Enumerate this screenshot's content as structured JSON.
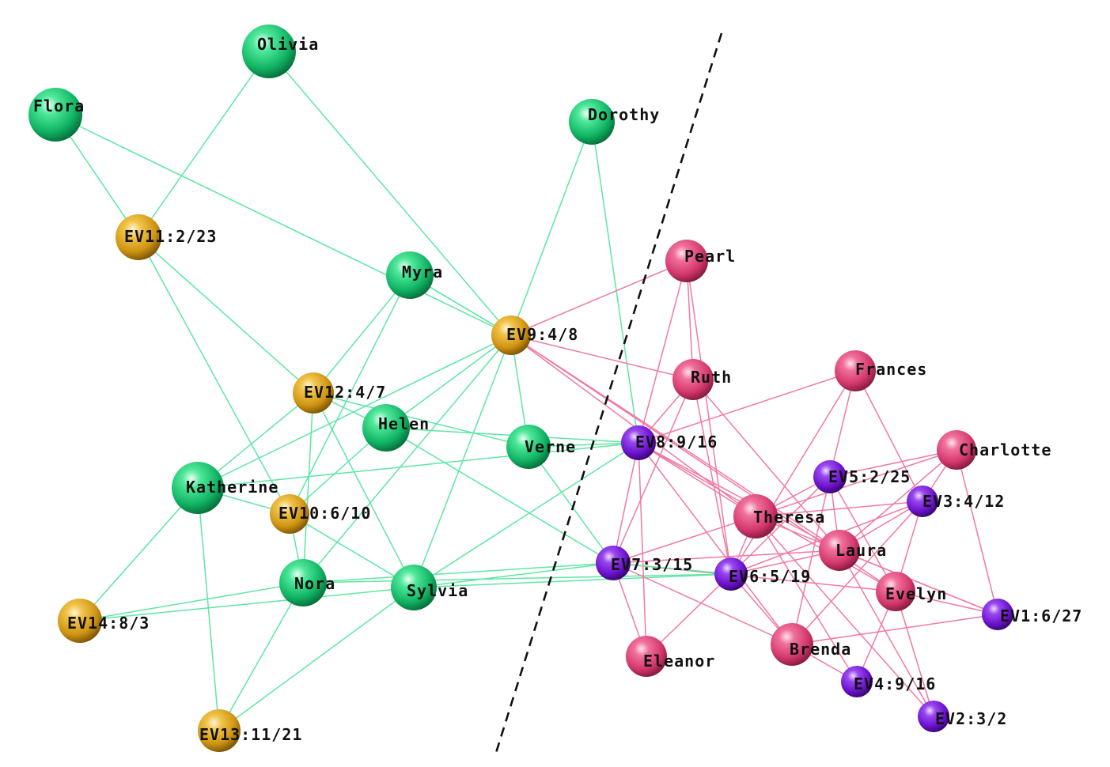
{
  "colors": {
    "green_group": "#1fd27a",
    "pink_group": "#e8467d",
    "gold_event": "#e0a81c",
    "purple_event": "#7a1fe0",
    "green_edge": "#5ee6a4",
    "pink_edge": "#f07aa2",
    "divider": "#111111",
    "label": "#111111"
  },
  "nodes": [
    {
      "id": "olivia",
      "label": "Olivia",
      "kind": "green"
    },
    {
      "id": "flora",
      "label": "Flora",
      "kind": "green"
    },
    {
      "id": "dorothy",
      "label": "Dorothy",
      "kind": "green"
    },
    {
      "id": "myra",
      "label": "Myra",
      "kind": "green"
    },
    {
      "id": "helen",
      "label": "Helen",
      "kind": "green"
    },
    {
      "id": "verne",
      "label": "Verne",
      "kind": "green"
    },
    {
      "id": "katherine",
      "label": "Katherine",
      "kind": "green"
    },
    {
      "id": "nora",
      "label": "Nora",
      "kind": "green"
    },
    {
      "id": "sylvia",
      "label": "Sylvia",
      "kind": "green"
    },
    {
      "id": "ev11",
      "label": "EV11:2/23",
      "kind": "gold"
    },
    {
      "id": "ev9",
      "label": "EV9:4/8",
      "kind": "gold"
    },
    {
      "id": "ev12",
      "label": "EV12:4/7",
      "kind": "gold"
    },
    {
      "id": "ev10",
      "label": "EV10:6/10",
      "kind": "gold"
    },
    {
      "id": "ev14",
      "label": "EV14:8/3",
      "kind": "gold"
    },
    {
      "id": "ev13",
      "label": "EV13:11/21",
      "kind": "gold"
    },
    {
      "id": "pearl",
      "label": "Pearl",
      "kind": "pink"
    },
    {
      "id": "ruth",
      "label": "Ruth",
      "kind": "pink"
    },
    {
      "id": "frances",
      "label": "Frances",
      "kind": "pink"
    },
    {
      "id": "charlotte",
      "label": "Charlotte",
      "kind": "pink"
    },
    {
      "id": "theresa",
      "label": "Theresa",
      "kind": "pink"
    },
    {
      "id": "laura",
      "label": "Laura",
      "kind": "pink"
    },
    {
      "id": "evelyn",
      "label": "Evelyn",
      "kind": "pink"
    },
    {
      "id": "brenda",
      "label": "Brenda",
      "kind": "pink"
    },
    {
      "id": "eleanor",
      "label": "Eleanor",
      "kind": "pink"
    },
    {
      "id": "ev8",
      "label": "EV8:9/16",
      "kind": "purple"
    },
    {
      "id": "ev5",
      "label": "EV5:2/25",
      "kind": "purple"
    },
    {
      "id": "ev3",
      "label": "EV3:4/12",
      "kind": "purple"
    },
    {
      "id": "ev7",
      "label": "EV7:3/15",
      "kind": "purple"
    },
    {
      "id": "ev6",
      "label": "EV6:5/19",
      "kind": "purple"
    },
    {
      "id": "ev1",
      "label": "EV1:6/27",
      "kind": "purple"
    },
    {
      "id": "ev4",
      "label": "EV4:9/16",
      "kind": "purple"
    },
    {
      "id": "ev2",
      "label": "EV2:3/2",
      "kind": "purple"
    }
  ],
  "edges": [
    [
      "flora",
      "ev11"
    ],
    [
      "olivia",
      "ev11"
    ],
    [
      "flora",
      "ev9"
    ],
    [
      "olivia",
      "ev9"
    ],
    [
      "ev11",
      "ev12"
    ],
    [
      "ev11",
      "ev10"
    ],
    [
      "myra",
      "ev9"
    ],
    [
      "myra",
      "ev12"
    ],
    [
      "myra",
      "ev10"
    ],
    [
      "myra",
      "ev9"
    ],
    [
      "dorothy",
      "ev9"
    ],
    [
      "dorothy",
      "ev8"
    ],
    [
      "ev9",
      "helen"
    ],
    [
      "ev9",
      "verne"
    ],
    [
      "ev9",
      "katherine"
    ],
    [
      "ev9",
      "nora"
    ],
    [
      "ev9",
      "sylvia"
    ],
    [
      "ev12",
      "helen"
    ],
    [
      "ev12",
      "verne"
    ],
    [
      "ev12",
      "katherine"
    ],
    [
      "ev12",
      "nora"
    ],
    [
      "ev12",
      "sylvia"
    ],
    [
      "ev10",
      "katherine"
    ],
    [
      "ev10",
      "helen"
    ],
    [
      "ev10",
      "nora"
    ],
    [
      "ev10",
      "sylvia"
    ],
    [
      "helen",
      "ev7"
    ],
    [
      "helen",
      "ev8"
    ],
    [
      "verne",
      "ev7"
    ],
    [
      "verne",
      "ev8"
    ],
    [
      "katherine",
      "ev8"
    ],
    [
      "katherine",
      "ev14"
    ],
    [
      "katherine",
      "ev13"
    ],
    [
      "nora",
      "ev14"
    ],
    [
      "sylvia",
      "ev14"
    ],
    [
      "nora",
      "ev13"
    ],
    [
      "sylvia",
      "ev13"
    ],
    [
      "nora",
      "ev7"
    ],
    [
      "sylvia",
      "ev7"
    ],
    [
      "sylvia",
      "ev8"
    ],
    [
      "sylvia",
      "ev6"
    ],
    [
      "nora",
      "ev6"
    ],
    [
      "ev9",
      "pearl",
      "pink"
    ],
    [
      "ev9",
      "ruth",
      "pink"
    ],
    [
      "ev9",
      "theresa",
      "pink"
    ],
    [
      "ev9",
      "laura",
      "pink"
    ],
    [
      "ev9",
      "evelyn",
      "pink"
    ],
    [
      "pearl",
      "ev8",
      "pink"
    ],
    [
      "pearl",
      "ruth",
      "pink"
    ],
    [
      "pearl",
      "ev6",
      "pink"
    ],
    [
      "ruth",
      "ev8",
      "pink"
    ],
    [
      "ruth",
      "ev7",
      "pink"
    ],
    [
      "ruth",
      "ev6",
      "pink"
    ],
    [
      "ruth",
      "laura",
      "pink"
    ],
    [
      "frances",
      "ev8",
      "pink"
    ],
    [
      "frances",
      "ev5",
      "pink"
    ],
    [
      "frances",
      "ev3",
      "pink"
    ],
    [
      "frances",
      "ev6",
      "pink"
    ],
    [
      "charlotte",
      "ev5",
      "pink"
    ],
    [
      "charlotte",
      "ev3",
      "pink"
    ],
    [
      "charlotte",
      "theresa",
      "pink"
    ],
    [
      "charlotte",
      "laura",
      "pink"
    ],
    [
      "charlotte",
      "ev1",
      "pink"
    ],
    [
      "ev8",
      "theresa",
      "pink"
    ],
    [
      "ev8",
      "laura",
      "pink"
    ],
    [
      "ev8",
      "evelyn",
      "pink"
    ],
    [
      "ev8",
      "eleanor",
      "pink"
    ],
    [
      "ev8",
      "brenda",
      "pink"
    ],
    [
      "ev8",
      "ev7",
      "pink"
    ],
    [
      "ev5",
      "theresa",
      "pink"
    ],
    [
      "ev5",
      "laura",
      "pink"
    ],
    [
      "ev5",
      "evelyn",
      "pink"
    ],
    [
      "ev5",
      "brenda",
      "pink"
    ],
    [
      "ev5",
      "ev6",
      "pink"
    ],
    [
      "ev3",
      "theresa",
      "pink"
    ],
    [
      "ev3",
      "laura",
      "pink"
    ],
    [
      "ev3",
      "evelyn",
      "pink"
    ],
    [
      "ev3",
      "brenda",
      "pink"
    ],
    [
      "ev3",
      "ev6",
      "pink"
    ],
    [
      "theresa",
      "ev7",
      "pink"
    ],
    [
      "theresa",
      "ev6",
      "pink"
    ],
    [
      "theresa",
      "ev1",
      "pink"
    ],
    [
      "theresa",
      "ev4",
      "pink"
    ],
    [
      "theresa",
      "ev2",
      "pink"
    ],
    [
      "laura",
      "ev7",
      "pink"
    ],
    [
      "laura",
      "ev6",
      "pink"
    ],
    [
      "laura",
      "ev1",
      "pink"
    ],
    [
      "laura",
      "ev2",
      "pink"
    ],
    [
      "evelyn",
      "ev7",
      "pink"
    ],
    [
      "evelyn",
      "ev1",
      "pink"
    ],
    [
      "evelyn",
      "ev4",
      "pink"
    ],
    [
      "evelyn",
      "ev2",
      "pink"
    ],
    [
      "brenda",
      "ev6",
      "pink"
    ],
    [
      "brenda",
      "ev4",
      "pink"
    ],
    [
      "brenda",
      "ev1",
      "pink"
    ],
    [
      "brenda",
      "ev7",
      "pink"
    ],
    [
      "eleanor",
      "ev7",
      "pink"
    ],
    [
      "eleanor",
      "ev6",
      "pink"
    ],
    [
      "ev7",
      "ev6"
    ]
  ]
}
